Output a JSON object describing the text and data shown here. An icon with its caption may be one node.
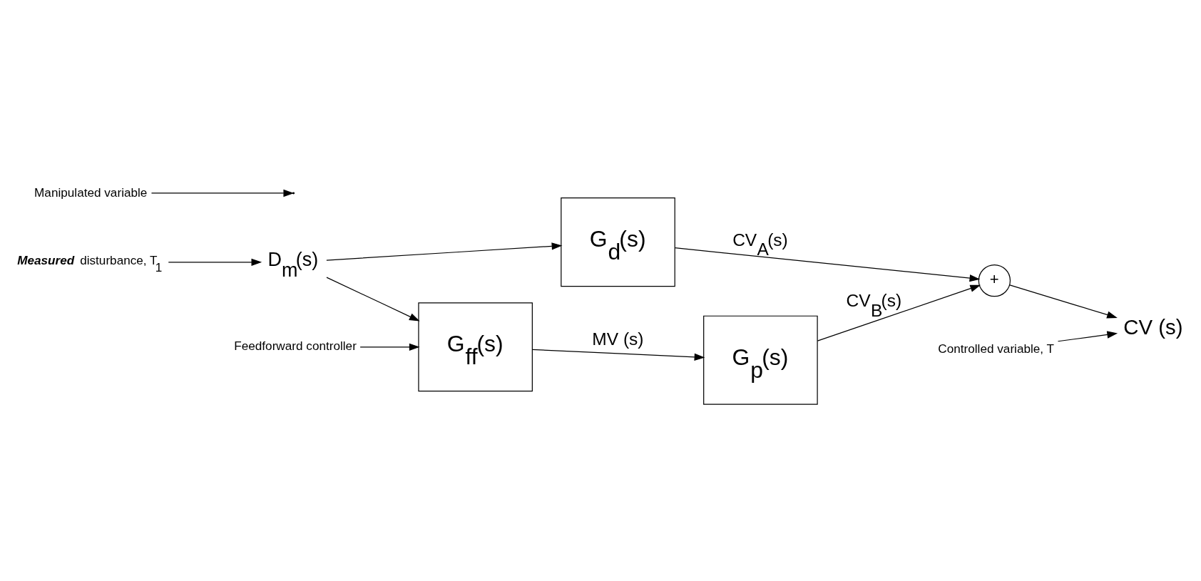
{
  "diagram": {
    "nodes": [
      {
        "text": [
          "**Measured** disturbance, T$_{1}$"
        ]
      },
      {
        "text": [
          "D$_{m}$(s)"
        ]
      },
      {
        "text": [
          "G$_{d}$(s)"
        ]
      },
      {
        "text": [
          "Feedforward controller"
        ]
      },
      {
        "text": [
          "G$_{ff}$(s)"
        ]
      },
      {
        "text": [
          "G$_{p}$(s)"
        ]
      },
      {
        "text": [
          "Manipulated variable"
        ]
      },
      {
        "text": [
          "+"
        ]
      },
      {
        "text": [
          "Controlled variable, T"
        ]
      },
      {
        "text": [
          "CV (s)"
        ]
      }
    ],
    "edges": [
      {
        "from": 0,
        "to": 1,
        "arrow": "to"
      },
      {
        "from": 1,
        "to": 2,
        "arrow": "to"
      },
      {
        "from": 1,
        "to": 4,
        "arrow": "to"
      },
      {
        "from": 3,
        "to": 4,
        "arrow": "to"
      },
      {
        "from": 4,
        "to": 5,
        "label": "MV (s)",
        "arrow": "to"
      },
      {
        "from": 6,
        "to": null,
        "arrow": "to"
      },
      {
        "from": 2,
        "to": 7,
        "label": "CV$_{A}$(s)",
        "arrow": "to"
      },
      {
        "from": 5,
        "to": 7,
        "label": "CV$_{B}$(s)",
        "arrow": "to"
      },
      {
        "from": 7,
        "to": 9,
        "arrow": "to"
      },
      {
        "from": 8,
        "to": 9,
        "arrow": "to"
      }
    ]
  }
}
